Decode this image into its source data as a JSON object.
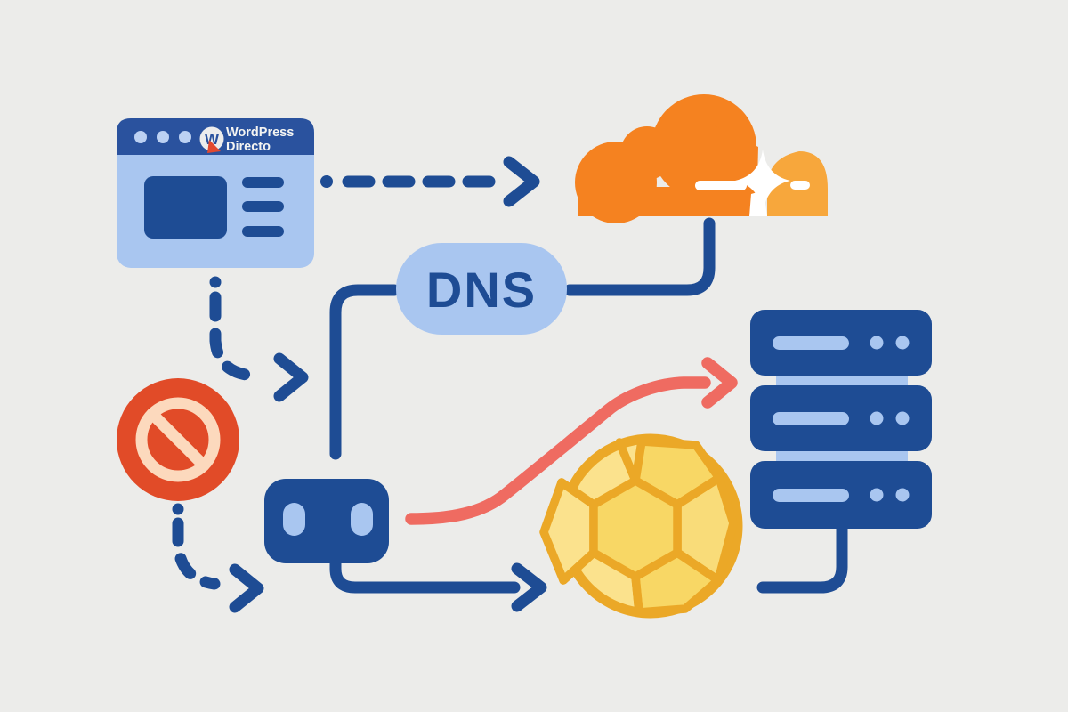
{
  "illustration": {
    "browser": {
      "logo_letter": "W",
      "logo_line1": "WordPress",
      "logo_line2": "Directo"
    },
    "dns_pill": {
      "label": "DNS"
    },
    "icons": [
      "browser-window-icon",
      "cloudflare-cloud-icon",
      "dns-pill",
      "blocked-sign-icon",
      "power-plug-icon",
      "soccer-ball-icon",
      "server-stack-icon"
    ],
    "colors": {
      "background": "#ececea",
      "dark_blue": "#1e4c94",
      "title_bar_blue": "#2a529e",
      "light_blue": "#a9c6f0",
      "cloud_orange": "#f58220",
      "cloud_light_orange": "#f7a73c",
      "blocked_red": "#e14b28",
      "blocked_inner_peach": "#fcd9bd",
      "arrow_salmon": "#ef6b61",
      "ball_amber": "#eba827",
      "ball_yellow": "#fbe28d",
      "ball_yellow_mid": "#f8d765",
      "wp_logo_red": "#e2492f"
    }
  }
}
